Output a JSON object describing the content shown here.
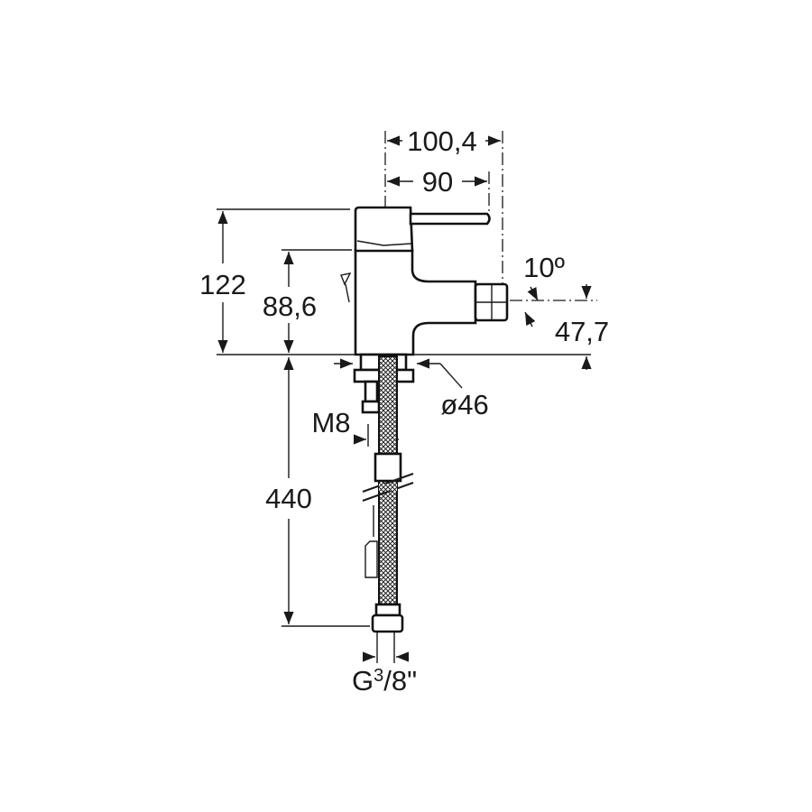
{
  "title": "Bidet mixer dimensional drawing",
  "dimensions": {
    "overall_depth": "100,4",
    "spout_reach": "90",
    "overall_height": "122",
    "spout_height": "88,6",
    "spout_angle": "10º",
    "spout_outlet_height": "47,7",
    "base_diameter": "ø46",
    "stud_thread": "M8",
    "hose_length": "440",
    "connection_thread_prefix": "G",
    "connection_thread_num": "3",
    "connection_thread_den": "/8\""
  },
  "colors": {
    "line": "#1a1a1a",
    "background": "#ffffff"
  }
}
